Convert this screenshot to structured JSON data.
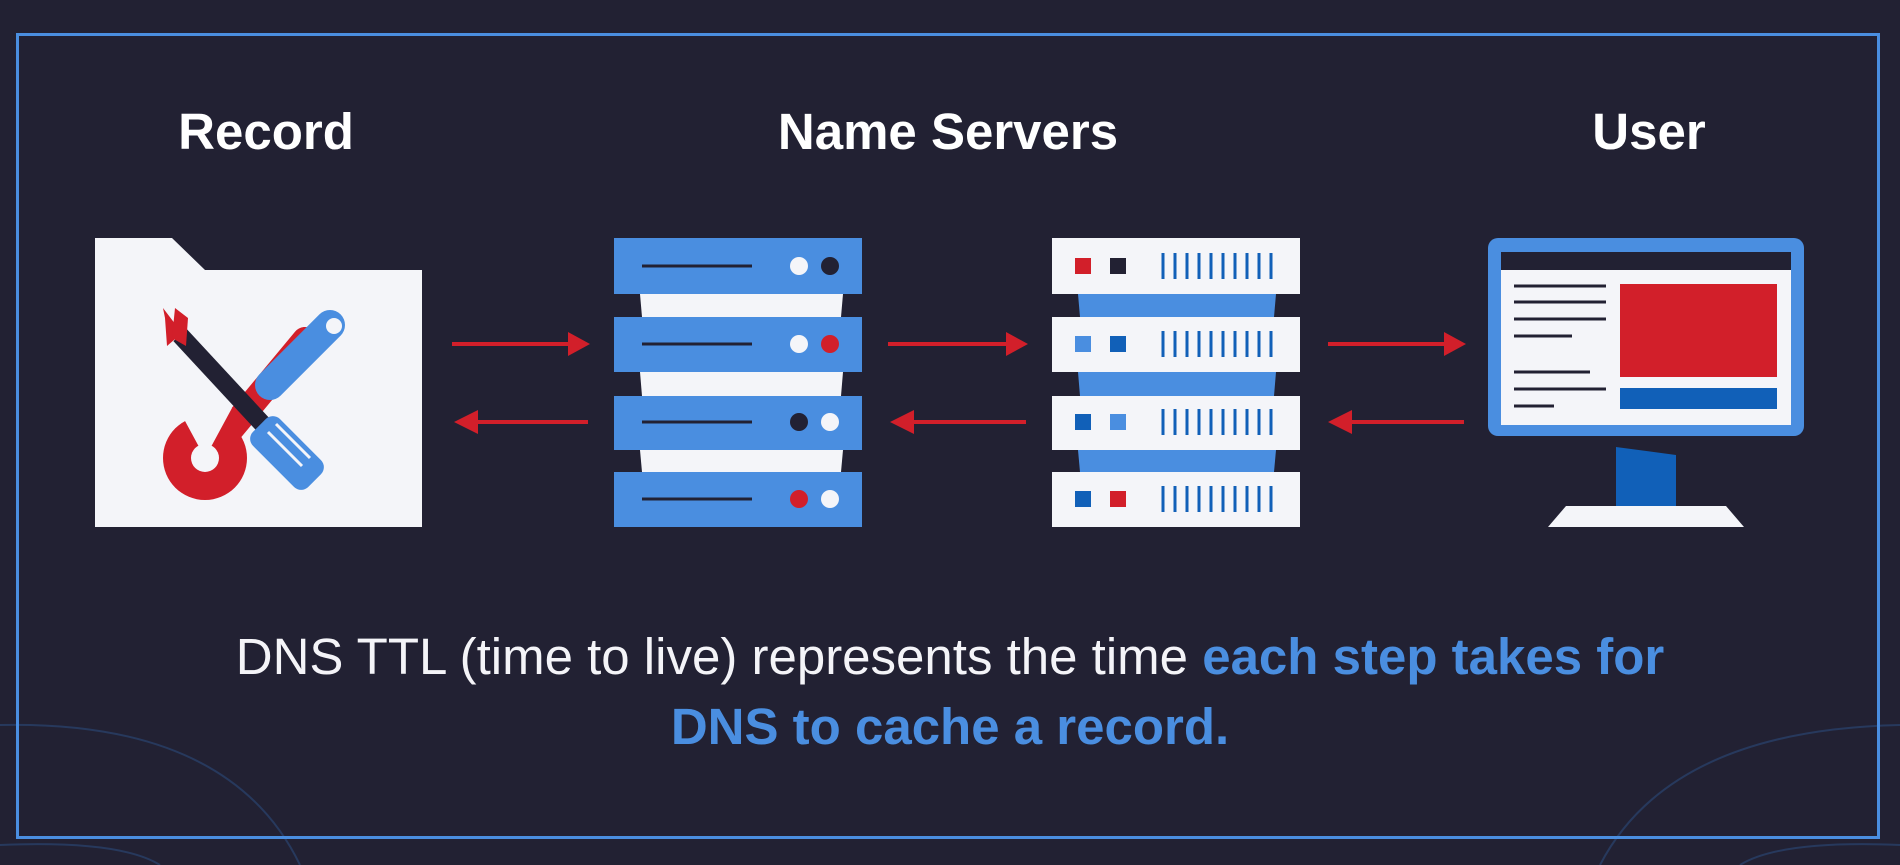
{
  "headings": {
    "record": "Record",
    "name_servers": "Name Servers",
    "user": "User"
  },
  "caption": {
    "plain": "DNS TTL (time to live) represents the time ",
    "highlight": "each step takes for DNS to cache a record."
  },
  "icons": {
    "record": "folder-with-tools-icon",
    "server_a": "server-stack-icon",
    "server_b": "server-stack-icon",
    "user": "desktop-monitor-icon",
    "arrows": [
      "arrow-right-icon",
      "arrow-left-icon"
    ]
  },
  "colors": {
    "background": "#222133",
    "accent_blue": "#4a8ee0",
    "dark_blue": "#1160b8",
    "red": "#d21f2a",
    "light": "#f4f5f9"
  }
}
